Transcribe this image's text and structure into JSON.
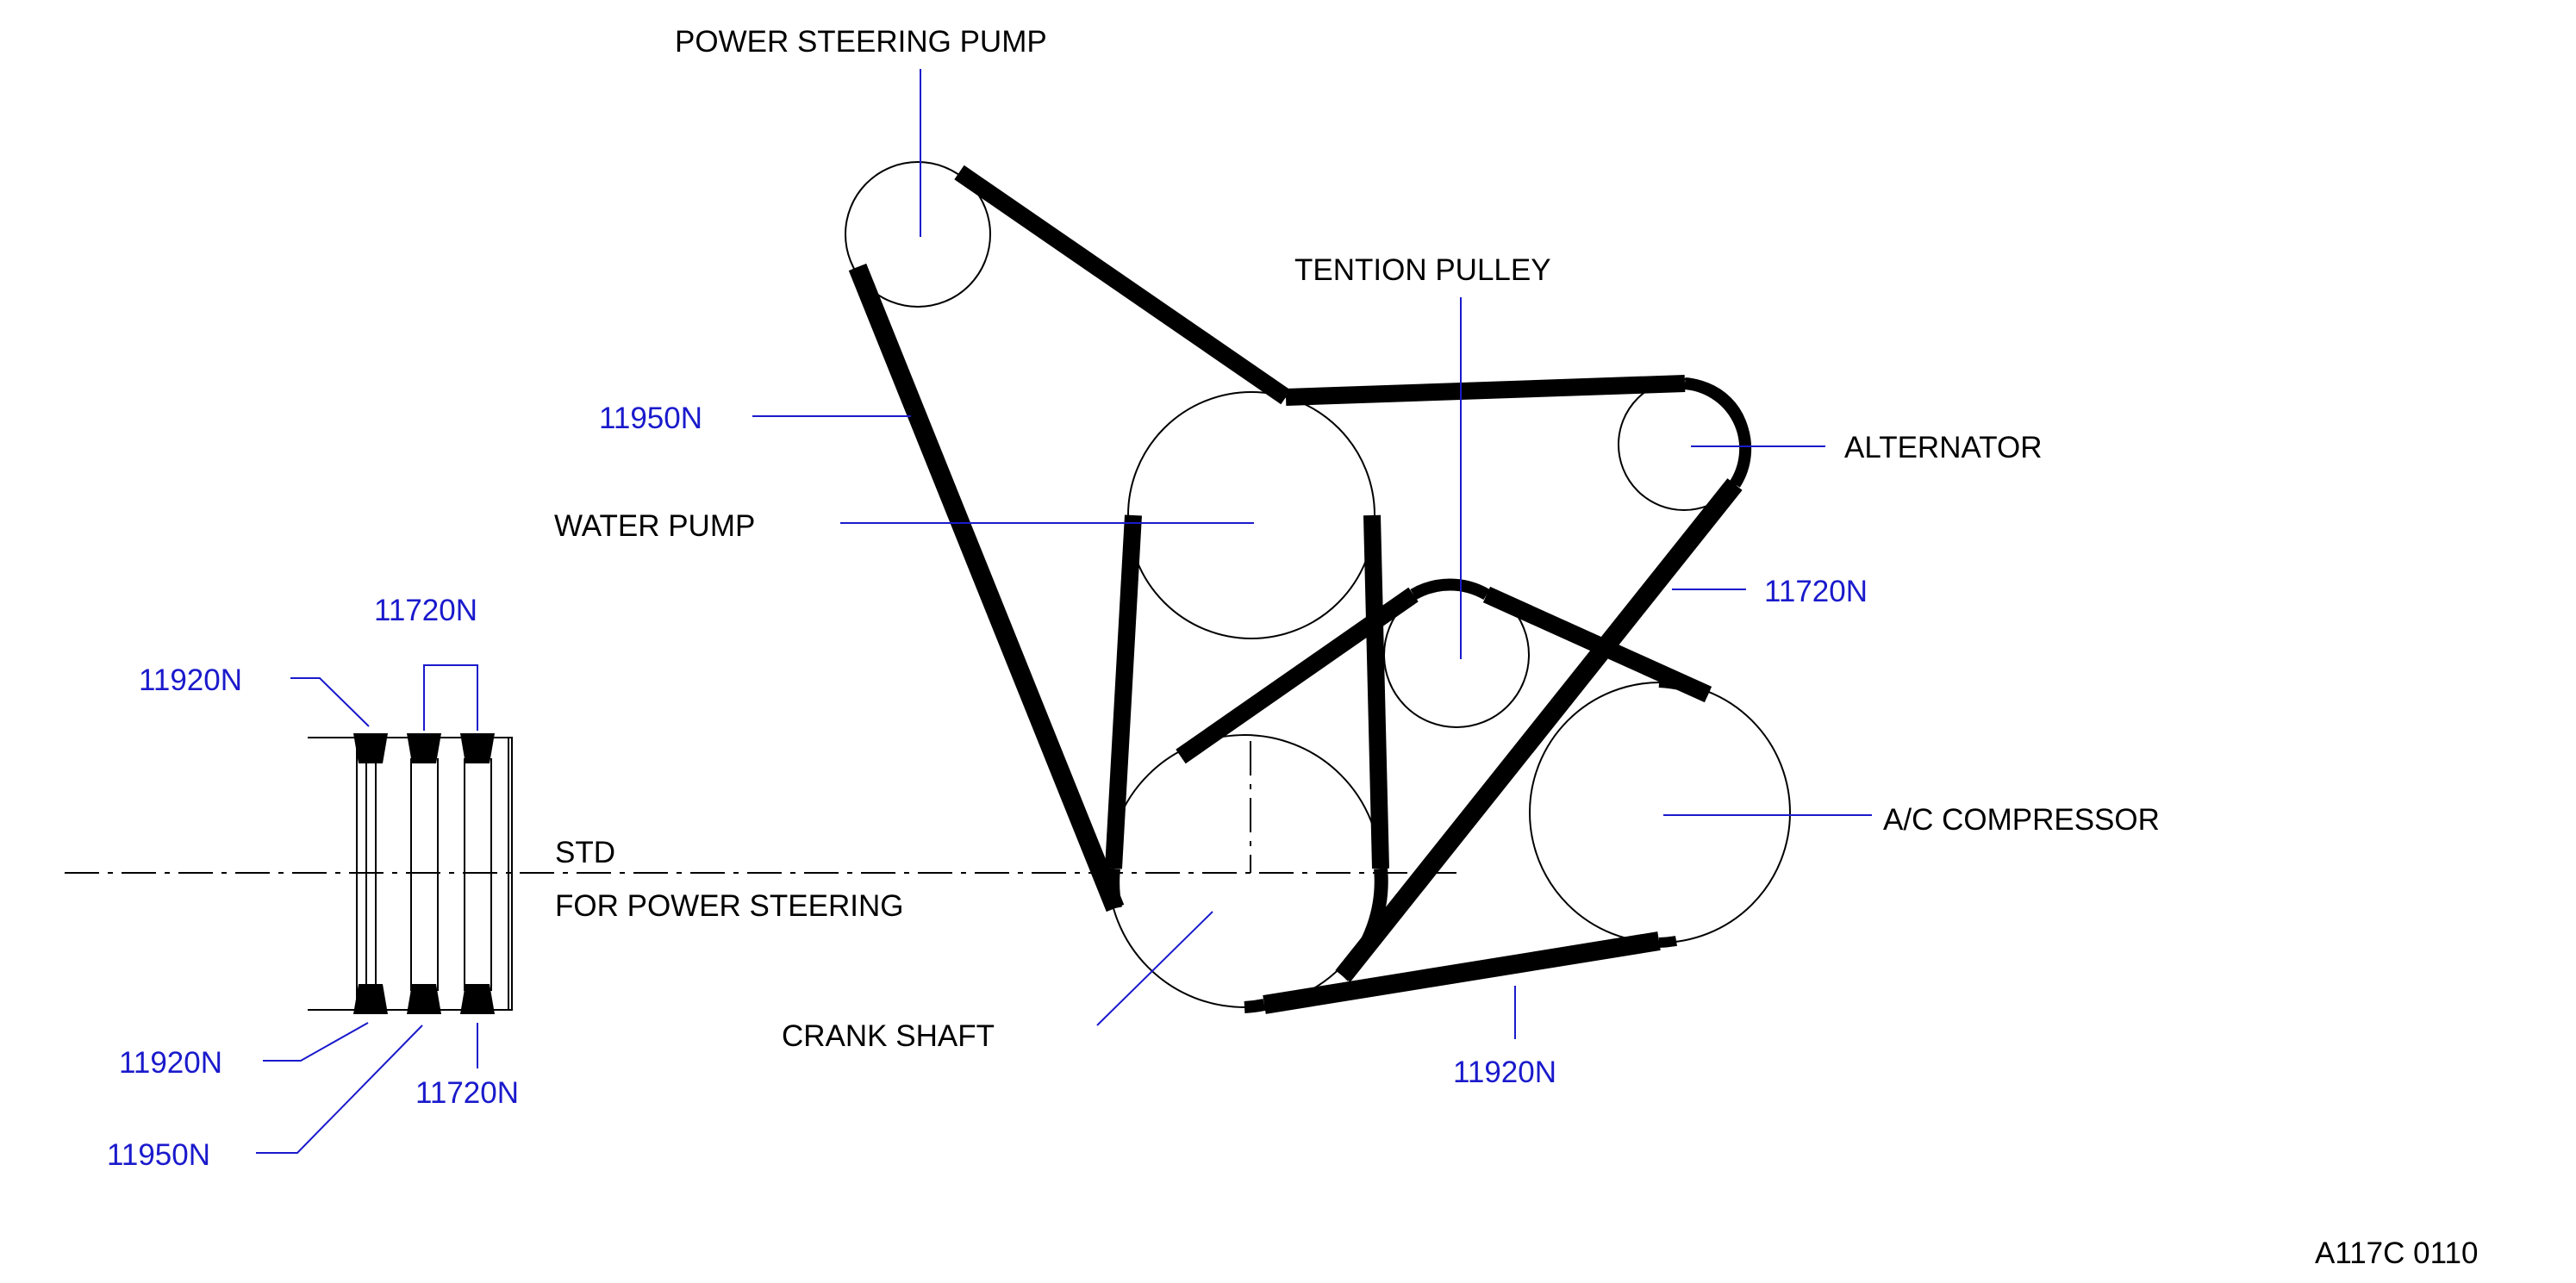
{
  "colors": {
    "ink": "#000000",
    "callout": "#1a1acc",
    "background": "#ffffff"
  },
  "labels": {
    "power_steering_pump": "POWER  STEERING  PUMP",
    "tention_pulley": "TENTION  PULLEY",
    "alternator": "ALTERNATOR",
    "water_pump": "WATER  PUMP",
    "ac_compressor": "A/C  COMPRESSOR",
    "crank_shaft": "CRANK  SHAFT",
    "std": "STD",
    "for_power_steering": "FOR  POWER  STEERING",
    "figure_id": "A117C  0110"
  },
  "part_numbers": {
    "ps_belt": "11950N",
    "alternator_belt": "11720N",
    "ac_belt": "11920N",
    "section_top_pair": "11720N",
    "section_top_left": "11920N",
    "section_bottom_left": "11920N",
    "section_bottom_right": "11720N",
    "section_bottom_far": "11950N"
  }
}
